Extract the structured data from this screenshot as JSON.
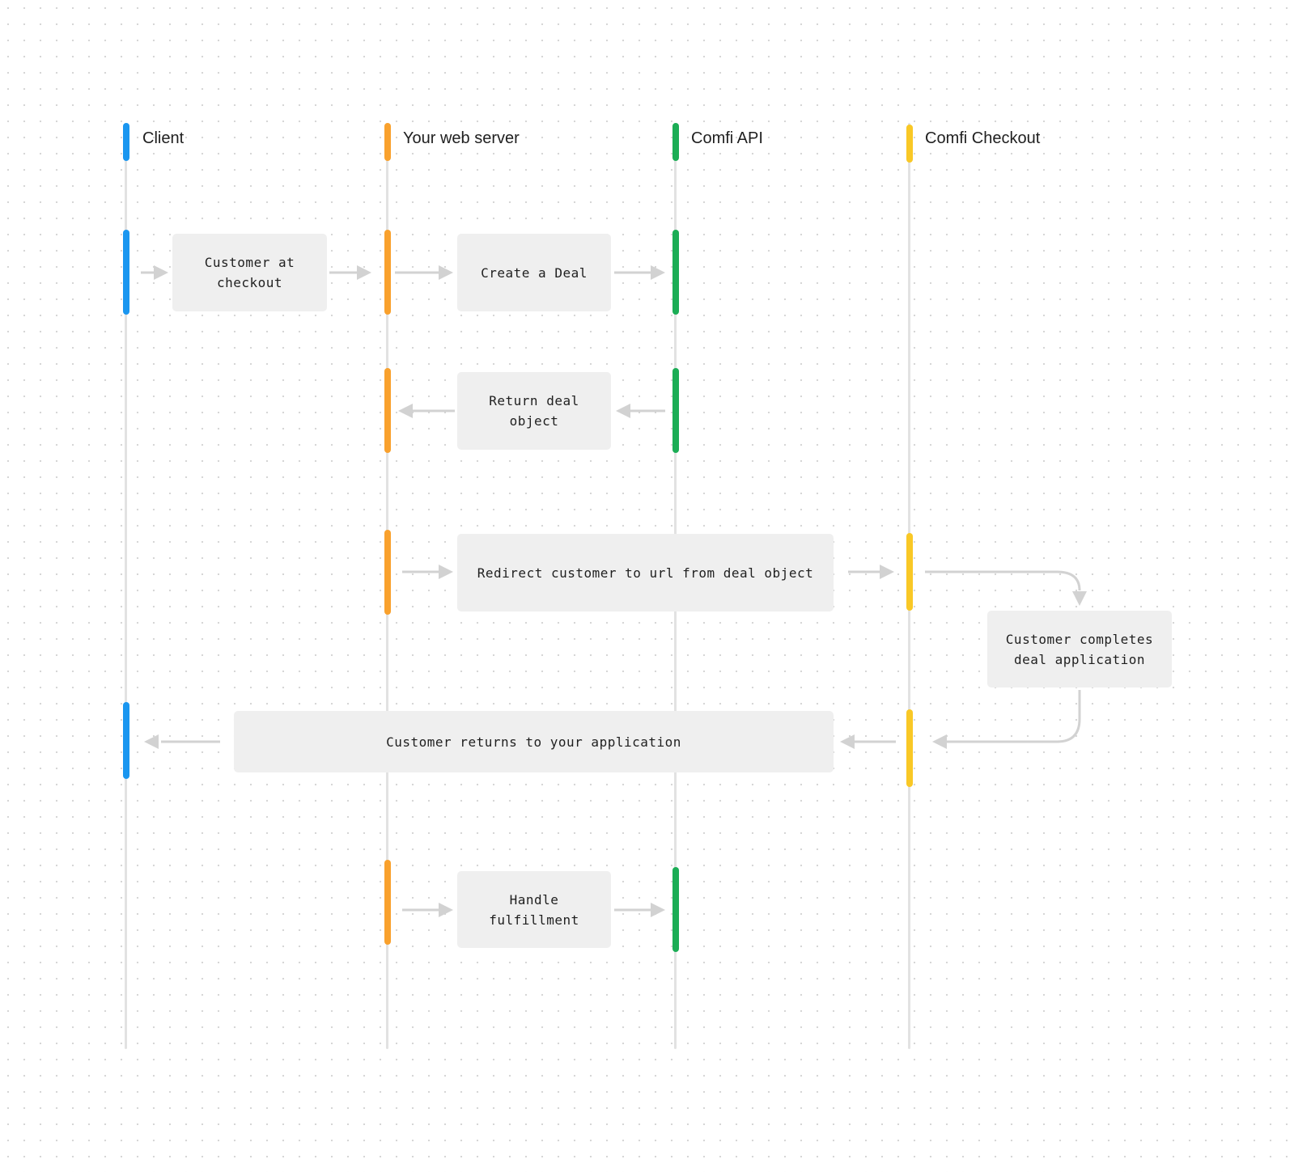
{
  "colors": {
    "client": "#1a96f0",
    "web_server": "#f9a12d",
    "comfi_api": "#1bad55",
    "comfi_checkout": "#f9c826",
    "lifeline": "#e2e2e2",
    "box_fill": "#efefef",
    "arrow": "#d2d2d2"
  },
  "participants": [
    {
      "key": "client",
      "label": "Client"
    },
    {
      "key": "web_server",
      "label": "Your web server"
    },
    {
      "key": "comfi_api",
      "label": "Comfi API"
    },
    {
      "key": "comfi_checkout",
      "label": "Comfi Checkout"
    }
  ],
  "steps": {
    "customer_at_checkout": "Customer at checkout",
    "create_deal": "Create a Deal",
    "return_deal_object": "Return deal object",
    "redirect_customer": "Redirect customer to url from deal object",
    "customer_completes_application": "Customer completes deal application",
    "customer_returns": "Customer returns to your application",
    "handle_fulfillment": "Handle fulfillment"
  }
}
